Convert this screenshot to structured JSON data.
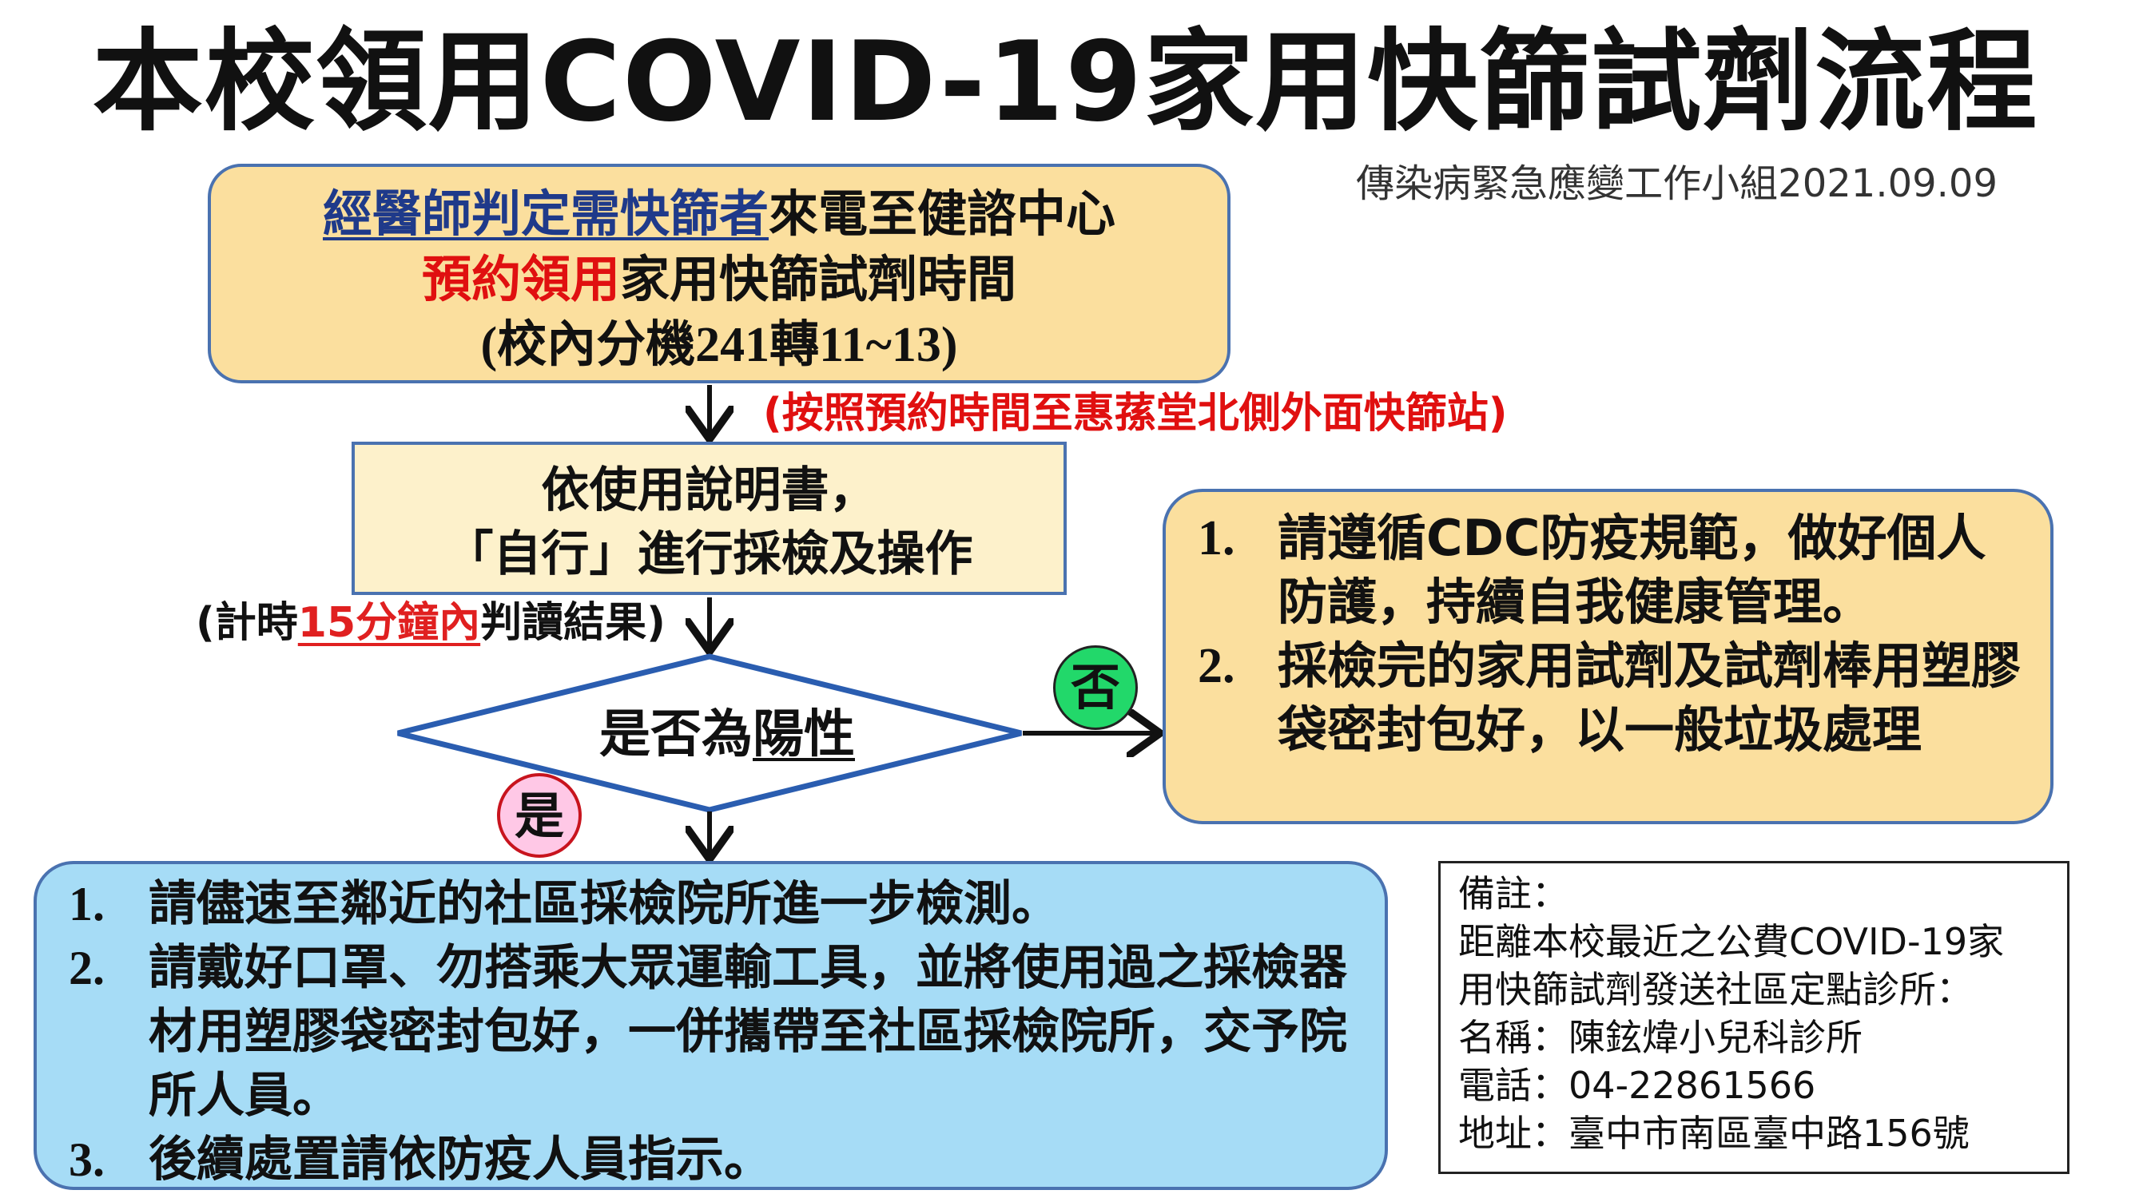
{
  "title": "本校領用COVID-19家用快篩試劑流程",
  "credit": "傳染病緊急應變工作小組2021.09.09",
  "reserve_box": {
    "line1_underlined": "經醫師判定需快篩者",
    "line1_rest": "來電至健諮中心",
    "line2_red": "預約領用",
    "line2_rest": "家用快篩試劑時間",
    "line3": "(校內分機241轉11~13)"
  },
  "note_time": "(按照預約時間至惠蓀堂北側外面快篩站)",
  "self_test_box": {
    "line1": "依使用說明書，",
    "line2": "「自行」進行採檢及操作"
  },
  "note_15": {
    "prefix": "(計時",
    "highlight": "15分鐘內",
    "suffix": "判讀結果)"
  },
  "decision": {
    "prefix": "是否為",
    "underlined": "陽性"
  },
  "no_label": "否",
  "yes_label": "是",
  "negative_box": {
    "items": [
      {
        "num": "1.",
        "text": "請遵循CDC防疫規範，做好個人防護，持續自我健康管理。"
      },
      {
        "num": "2.",
        "text": "採檢完的家用試劑及試劑棒用塑膠袋密封包好，以一般垃圾處理"
      }
    ]
  },
  "positive_box": {
    "items": [
      {
        "num": "1.",
        "text": "請儘速至鄰近的社區採檢院所進一步檢測。"
      },
      {
        "num": "2.",
        "text": "請戴好口罩、勿搭乘大眾運輸工具，並將使用過之採檢器材用塑膠袋密封包好，一併攜帶至社區採檢院所，交予院所人員。"
      },
      {
        "num": "3.",
        "text": "後續處置請依防疫人員指示。"
      }
    ]
  },
  "remark": {
    "heading": "備註：",
    "line1": "距離本校最近之公費COVID-19家",
    "line2": "用快篩試劑發送社區定點診所：",
    "name": "名稱：陳鉉煒小兒科診所",
    "phone": "電話：04-22861566",
    "address": "地址：臺中市南區臺中路156號"
  },
  "colors": {
    "box_orange": "#fbdf9e",
    "box_light": "#fdf1cb",
    "box_blue": "#a6dcf6",
    "border_blue": "#4a72b0",
    "red": "#e01010",
    "green_circle": "#22d86a",
    "pink_circle": "#ffc8e6"
  }
}
